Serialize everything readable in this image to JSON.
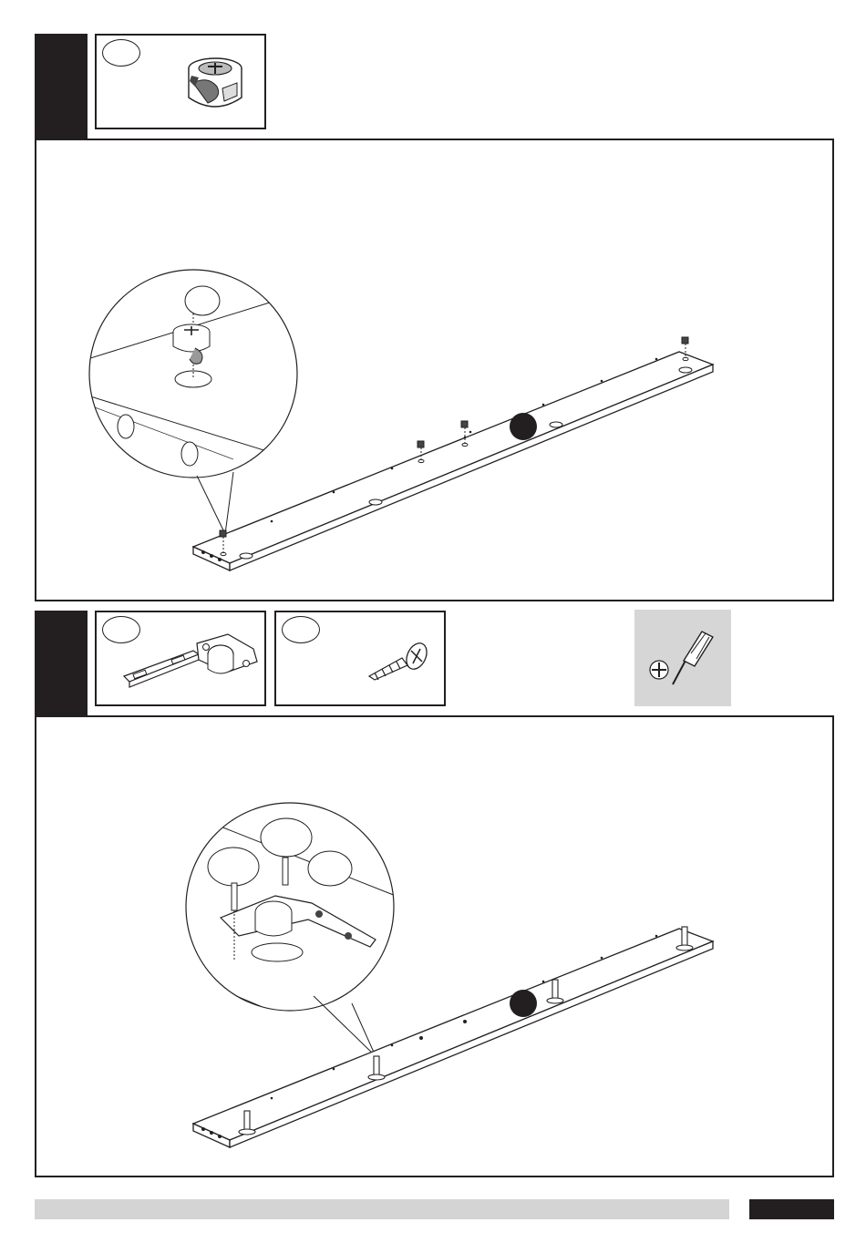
{
  "page": {
    "background": "#ffffff",
    "ink": "#231f20",
    "tool_bg": "#d6d6d6",
    "footer_bar_color": "#d4d4d4"
  },
  "steps": [
    {
      "parts": [
        {
          "icon": "cam-lock-fitting-icon",
          "label": ""
        }
      ],
      "illustration": "panel-with-cam-locks",
      "detail": "cam-lock-insert-detail"
    },
    {
      "parts": [
        {
          "icon": "hinge-icon",
          "label": ""
        },
        {
          "icon": "screw-icon",
          "label": ""
        }
      ],
      "tool": {
        "icon": "phillips-screwdriver-icon"
      },
      "illustration": "panel-with-hinges",
      "detail": "hinge-screw-detail"
    }
  ],
  "footer": {
    "page_number": ""
  }
}
